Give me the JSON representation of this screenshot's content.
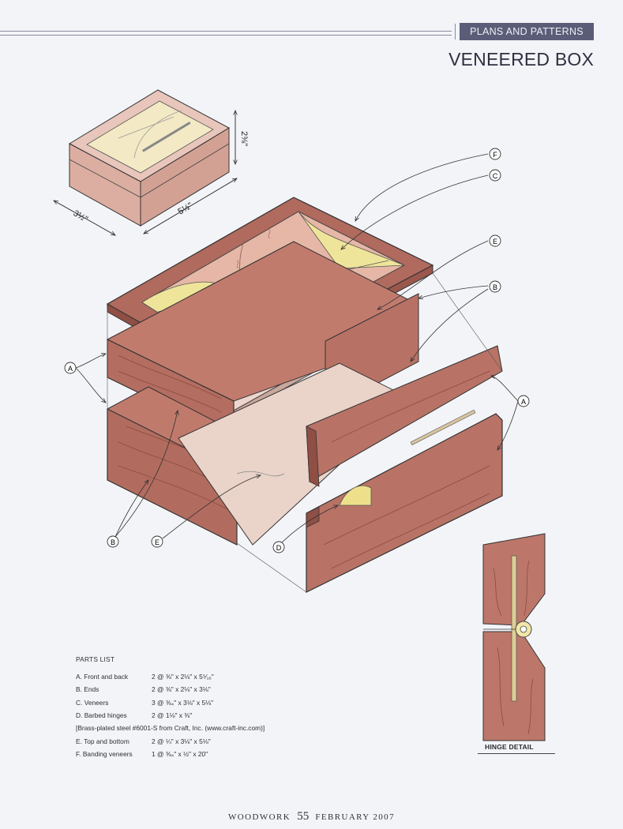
{
  "header": {
    "section": "PLANS AND PATTERNS",
    "title": "VENEERED BOX"
  },
  "overview": {
    "depth": "3½\"",
    "length": "5½\"",
    "height": "2⅜\""
  },
  "callouts": {
    "F": "F",
    "C": "C",
    "E": "E",
    "B": "B",
    "A": "A",
    "D": "D"
  },
  "parts_list": {
    "title": "PARTS LIST",
    "rows": [
      {
        "label": "A. Front and back",
        "spec": "2 @ ⅜\" x 2⅛\" x 5⁵⁄₁₆\""
      },
      {
        "label": "B. Ends",
        "spec": "2 @ ⅜\" x 2⅛\" x 3⅛\""
      },
      {
        "label": "C. Veneers",
        "spec": "3 @ ⅜₄\" x 3⅛\" x 5⅛\""
      },
      {
        "label": "D. Barbed hinges",
        "spec": "2 @ 1⅛\" x ⅜\""
      }
    ],
    "note": "[Brass-plated steel #6001-S from Craft, Inc. (www.craft-inc.com)]",
    "rows2": [
      {
        "label": "E. Top and bottom",
        "spec": "2 @ ¼\" x 3⅛\" x 5⅛\""
      },
      {
        "label": "F. Banding veneers",
        "spec": "1 @ ⅜₄\" x ½\" x 20\""
      }
    ]
  },
  "hinge_detail": {
    "label": "HINGE DETAIL"
  },
  "footer": {
    "publication": "WOODWORK",
    "page": "55",
    "date": "FEBRUARY 2007"
  },
  "colors": {
    "wood": "#b56f63",
    "wood_dark": "#8f4f45",
    "veneer_light": "#eee39a",
    "veneer_pink": "#e3a99a",
    "panel": "#ead2c8",
    "header_bar": "#5b5d78"
  }
}
